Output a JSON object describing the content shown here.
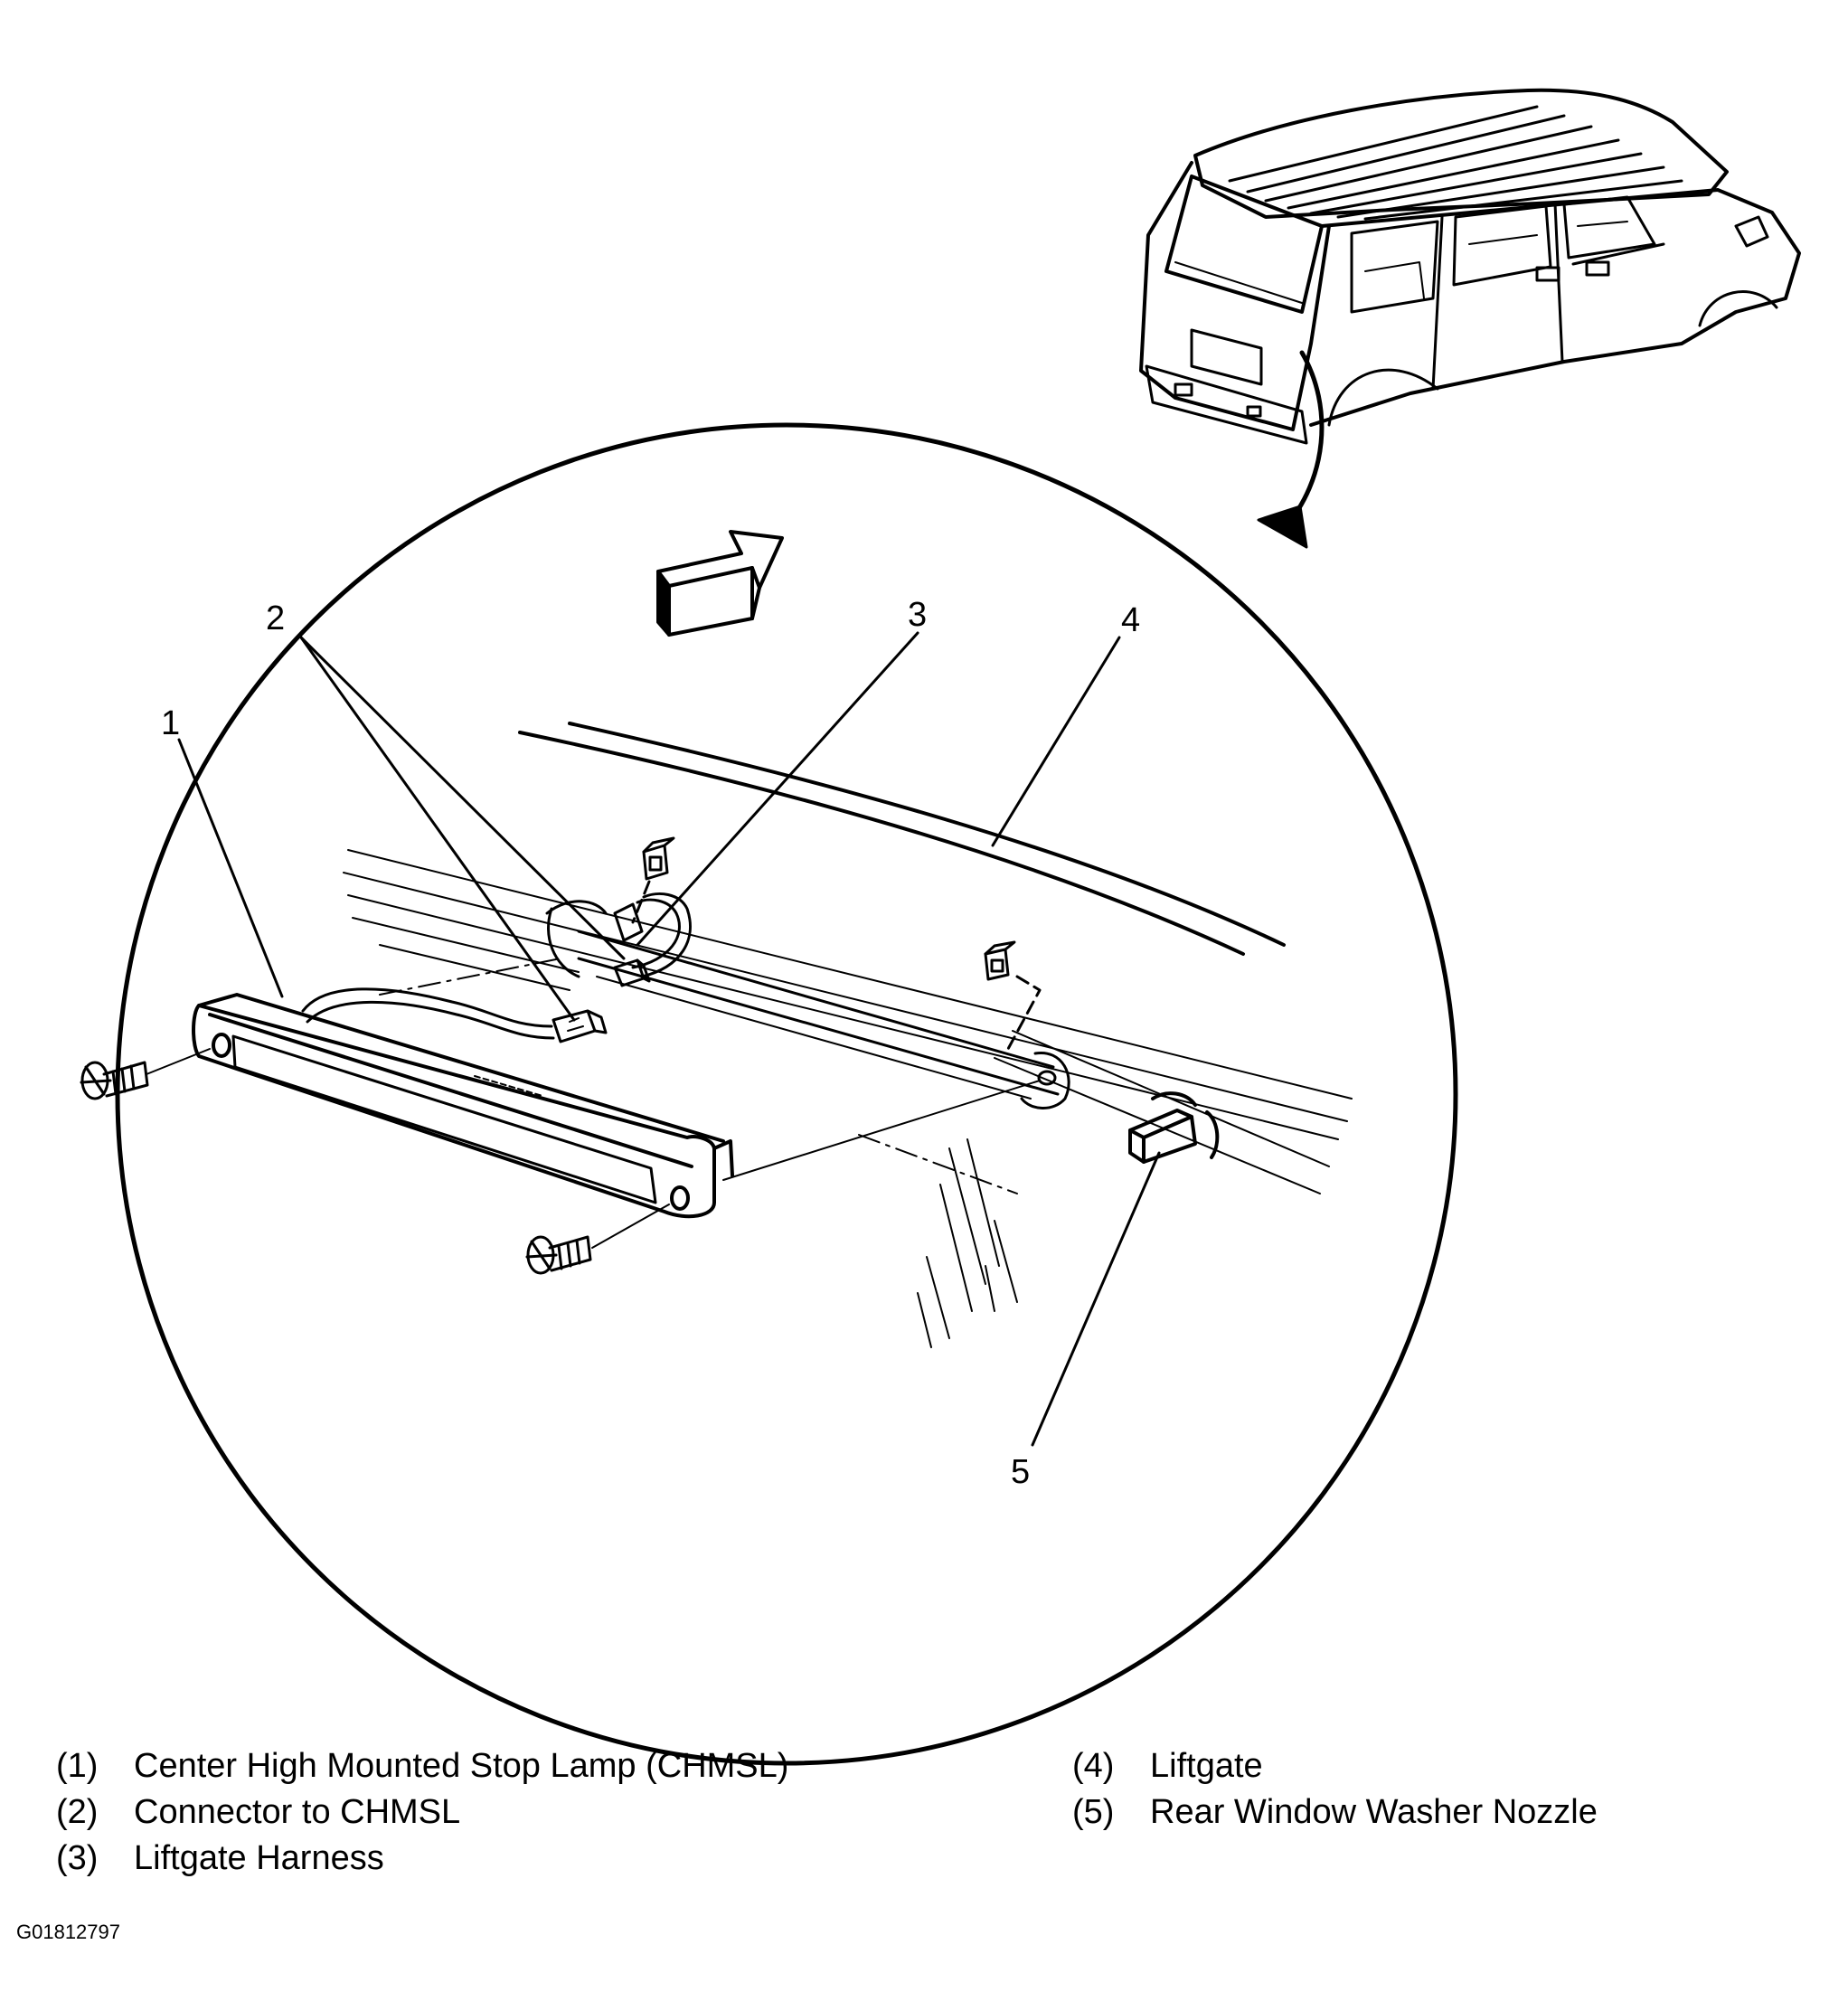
{
  "callouts": [
    "1",
    "2",
    "3",
    "4",
    "5"
  ],
  "legend": {
    "left": [
      {
        "num": "(1)",
        "text": "Center High Mounted Stop Lamp (CHMSL)"
      },
      {
        "num": "(2)",
        "text": "Connector to CHMSL"
      },
      {
        "num": "(3)",
        "text": "Liftgate Harness"
      }
    ],
    "right": [
      {
        "num": "(4)",
        "text": "Liftgate"
      },
      {
        "num": "(5)",
        "text": "Rear Window Washer Nozzle"
      }
    ]
  },
  "figure_code": "G01812797"
}
